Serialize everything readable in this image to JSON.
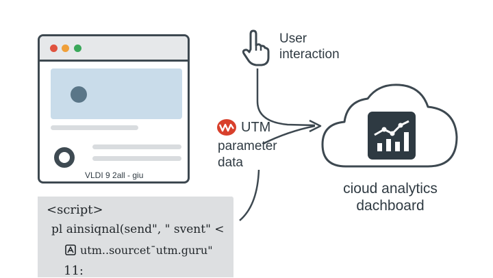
{
  "browser": {
    "window_dots": [
      "#e0533f",
      "#f0a03a",
      "#3aa85a"
    ],
    "footer_text": "VLDI 9 2all - giu"
  },
  "code": {
    "lines": [
      "<script>",
      "pl ainsiqnal(send\", \" svent\"  <",
      "utm..sourcetˉutm.guru\"",
      "11:"
    ]
  },
  "interaction": {
    "label_line1": "User",
    "label_line2": "interaction",
    "icon": "pointing-hand-icon"
  },
  "utm": {
    "line1": "UTM",
    "line2": "parameter",
    "line3": "data",
    "icon": "utm-badge-icon",
    "icon_color": "#d8402c"
  },
  "dashboard": {
    "line1": "cioud analytics",
    "line2": "dachboard",
    "icon": "analytics-chart-icon"
  },
  "colors": {
    "stroke": "#3d4850",
    "hero_fill": "#c9dcea",
    "code_bg": "#dddfe1"
  }
}
